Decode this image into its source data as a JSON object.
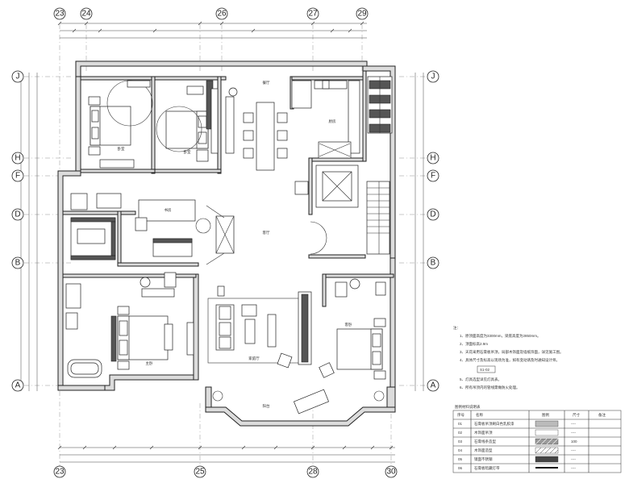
{
  "grid_top": [
    "23",
    "24",
    "26",
    "27",
    "29"
  ],
  "grid_bottom": [
    "23",
    "25",
    "28",
    "30"
  ],
  "grid_left": [
    "J",
    "H",
    "F",
    "D",
    "B",
    "A"
  ],
  "grid_right": [
    "J",
    "H",
    "F",
    "D",
    "B",
    "A"
  ],
  "notes": {
    "heading": "注：",
    "lines": [
      "1、原顶面高度为3300mm，梁底高度为2850mm。",
      "2、顶面标高2.9m",
      "3、天花采用石膏板吊顶，局部木饰面及墙纸饰面，详见施工图。",
      "4、具体尺寸及标高以现场为准，如有变动请及时通知设计师。",
      "5、灯具选型详见灯具表。",
      "6、所有吊顶内的管线需做防火处理。"
    ],
    "ref_tag": "S1-02"
  },
  "legend": {
    "title": "图例材料说明表",
    "headers": [
      "序号",
      "名称",
      "图例",
      "尺寸",
      "备注"
    ],
    "rows": [
      {
        "no": "01",
        "name": "石膏板吊顶刷白色乳胶漆",
        "size": "----"
      },
      {
        "no": "02",
        "name": "木饰面吊顶",
        "size": "----"
      },
      {
        "no": "03",
        "name": "石膏线条造型",
        "size": "100"
      },
      {
        "no": "04",
        "name": "木饰面造型",
        "size": "----"
      },
      {
        "no": "05",
        "name": "镜面不锈钢",
        "size": "----"
      },
      {
        "no": "06",
        "name": "石膏板暗藏灯带",
        "size": "----"
      }
    ]
  },
  "colors": {
    "line": "#222222",
    "wall_fill": "#dcdcdc",
    "paper": "#ffffff"
  }
}
